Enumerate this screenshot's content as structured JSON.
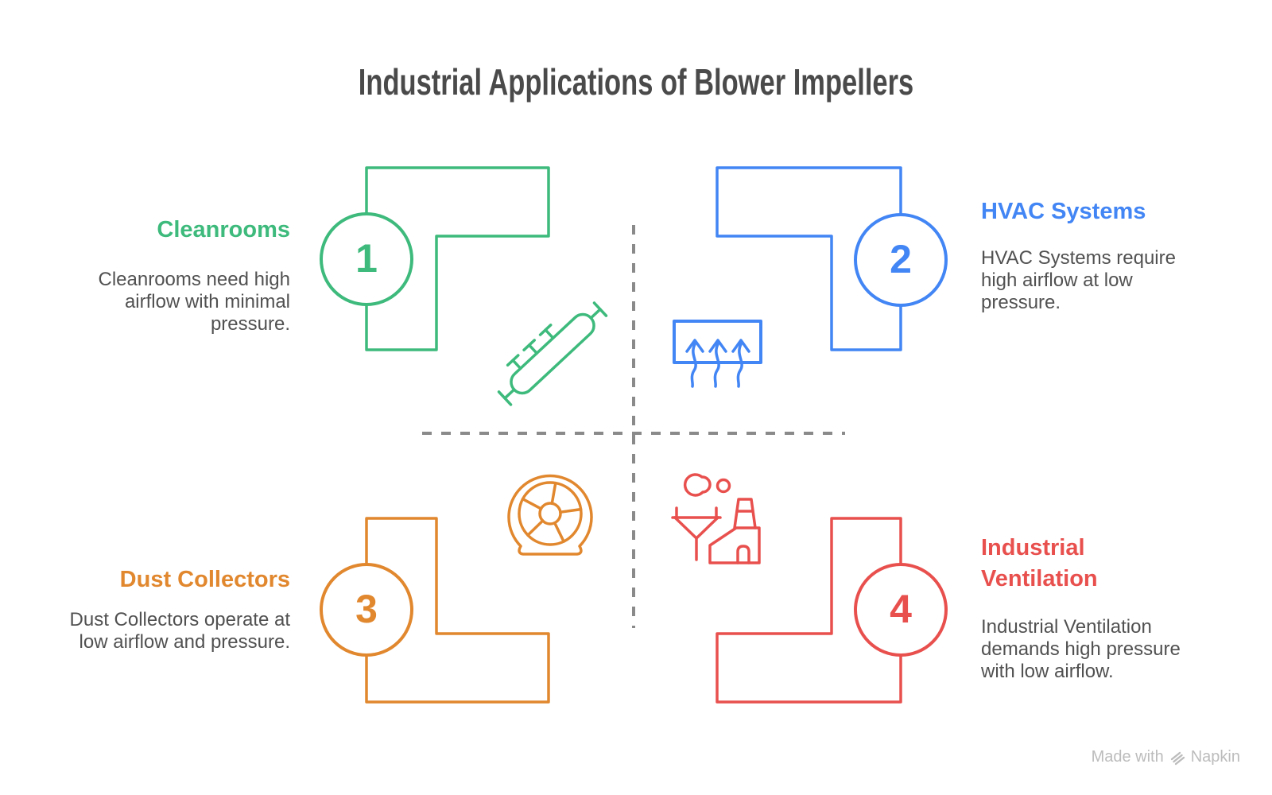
{
  "title": "Industrial Applications of Blower Impellers",
  "colors": {
    "title_text": "#4a4a4a",
    "body_text": "#515151",
    "divider": "#8a8a8a",
    "watermark": "#bcbcbc",
    "green": "#3dba7c",
    "blue": "#4285f4",
    "orange": "#e1872e",
    "red": "#e8504e"
  },
  "divider": {
    "style": "dashed cross",
    "color": "#8a8a8a"
  },
  "quadrants": [
    {
      "position": "top-left",
      "number": "1",
      "heading": "Cleanrooms",
      "body": "Cleanrooms need high\nairflow with minimal\npressure.",
      "accent": "#3dba7c",
      "icon": "filter-duct-icon"
    },
    {
      "position": "top-right",
      "number": "2",
      "heading": "HVAC Systems",
      "body": "HVAC Systems require\nhigh airflow at low\npressure.",
      "accent": "#4285f4",
      "icon": "air-vent-icon"
    },
    {
      "position": "bottom-left",
      "number": "3",
      "heading": "Dust Collectors",
      "body": "Dust Collectors operate at\nlow airflow and pressure.",
      "accent": "#e1872e",
      "icon": "blower-fan-icon"
    },
    {
      "position": "bottom-right",
      "number": "4",
      "heading": "Industrial\nVentilation",
      "body": "Industrial Ventilation\ndemands high pressure\nwith low airflow.",
      "accent": "#e8504e",
      "icon": "factory-icon"
    }
  ],
  "watermark": {
    "prefix": "Made with",
    "brand": "Napkin",
    "logo": "napkin-logo-icon"
  }
}
